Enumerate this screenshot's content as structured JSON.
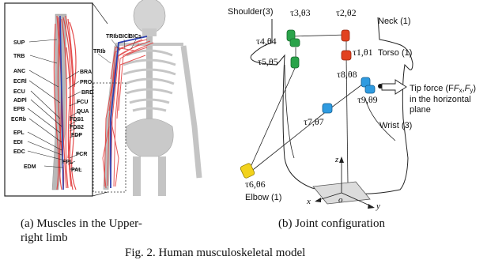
{
  "panel_a": {
    "muscle_labels": [
      "SUP",
      "TRB",
      "ANC",
      "ECRl",
      "ECU",
      "ADPl",
      "EPB",
      "ECRb",
      "EPL",
      "EDI",
      "EDC",
      "EDM"
    ],
    "muscle_labels_right": [
      "BRA",
      "PRO",
      "BRD",
      "FCU",
      "QUA",
      "FDS1",
      "FDS2",
      "FDP",
      "FCR",
      "FPL",
      "PAL"
    ],
    "top_labels": [
      "TRIb",
      "BICl",
      "BICs"
    ],
    "side_label": "TRIb"
  },
  "panel_b": {
    "labels": {
      "shoulder": "Shoulder(3)",
      "neck": "Neck (1)",
      "torso": "Torso (1)",
      "elbow": "Elbow (1)",
      "wrist": "Wrist (3)",
      "tip_force_1": "Tip force (F",
      "tip_force_2": "in the horizontal",
      "tip_force_3": "plane"
    },
    "joints": {
      "j3": "τ3,θ3",
      "j2": "τ2,θ2",
      "j4": "τ4,θ4",
      "j1": "τ1,θ1",
      "j5": "τ5,θ5",
      "j8": "τ8,θ8",
      "j9": "τ9,θ9",
      "j7": "τ7,θ7",
      "j6": "τ6,θ6"
    },
    "axes": {
      "z": "z",
      "x": "x",
      "y": "y",
      "o": "o"
    }
  },
  "captions": {
    "a_line1": "(a) Muscles in the Upper-",
    "a_line2": "right limb",
    "b": "(b) Joint configuration",
    "fig": "Fig. 2.   Human musculoskeletal model"
  },
  "colors": {
    "muscle_red": "#e23a3a",
    "muscle_blue": "#2c3fb0",
    "bone_gray": "#b8b8b8",
    "joint_green": "#2aa34a",
    "joint_red": "#e2421f",
    "joint_blue": "#2f9be0",
    "joint_yellow": "#f2d21c"
  }
}
